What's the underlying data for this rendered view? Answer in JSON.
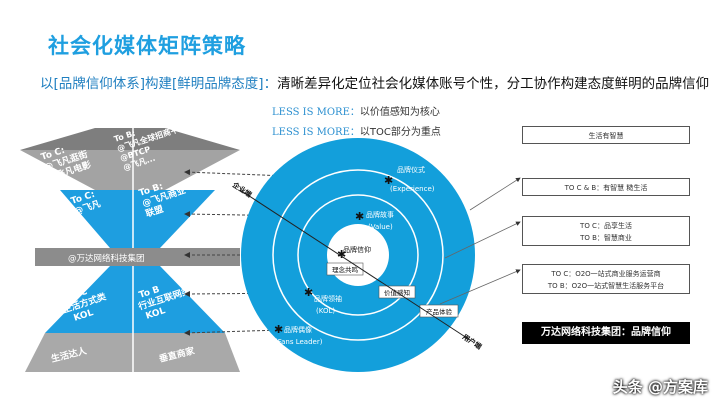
{
  "title": "社会化媒体矩阵策略",
  "subtitle": {
    "prefix": "以[品牌信仰体系]构建[鲜明品牌态度]：",
    "rest": "清晰差异化定位社会化媒体账号个性，分工协作构建态度鲜明的品牌信仰"
  },
  "less_lines": [
    {
      "lead": "LESS IS MORE：",
      "desc": "以价值感知为核心"
    },
    {
      "lead": "LESS IS MORE：",
      "desc": "以TOC部分为重点"
    }
  ],
  "pyramid": {
    "top_left": [
      "To C:",
      "@飞凡逛街",
      "@飞凡电影"
    ],
    "top_right": [
      "To B:",
      "@飞凡全球招商平",
      "@BTCP",
      "@飞凡..."
    ],
    "mid_left": [
      "To C:",
      "@飞凡"
    ],
    "mid_right": [
      "To B:",
      "@飞凡商业",
      "联盟"
    ],
    "center_label": "@万达网络科技集团",
    "low_left": [
      "To C",
      "生活方式类",
      "KOL"
    ],
    "low_right": [
      "To B",
      "行业互联网类",
      "KOL"
    ],
    "bottom_left": "生活达人",
    "bottom_right": "垂直商家"
  },
  "circles": {
    "ring1": {
      "name": "品牌仪式",
      "en": "(Experience)"
    },
    "ring2": {
      "name": "品牌故事",
      "en": "(Value)"
    },
    "ring3": {
      "name": "品牌信仰"
    },
    "ring4": {
      "name": "品牌领袖",
      "en": "(KOL)"
    },
    "ring5": {
      "name": "品牌偶像",
      "en": "(Fans Leader)"
    },
    "tag_core": "理念共鸣",
    "tag_value": "价值感知",
    "tag_product": "产品体验",
    "label_enterprise": "企业端",
    "label_user": "用户端"
  },
  "right_boxes": [
    {
      "lines": [
        "生活有智慧"
      ]
    },
    {
      "lines": [
        "TO C & B：有智慧 糙生活"
      ]
    },
    {
      "lines": [
        "TO C：品享生活",
        "TO B：智慧商业"
      ]
    },
    {
      "lines": [
        "TO C：O2O一站式商业服务运营商",
        "TO B：O2O一站式智慧生活服务平台"
      ]
    },
    {
      "lines": [
        "万达网络科技集团：品牌信仰"
      ]
    }
  ],
  "colors": {
    "accent": "#1f9fe0",
    "circle": "#139fdb",
    "pyramid": "#1e9ee0",
    "grey": "#8a8a8a"
  },
  "watermark": "头条 @方案库"
}
